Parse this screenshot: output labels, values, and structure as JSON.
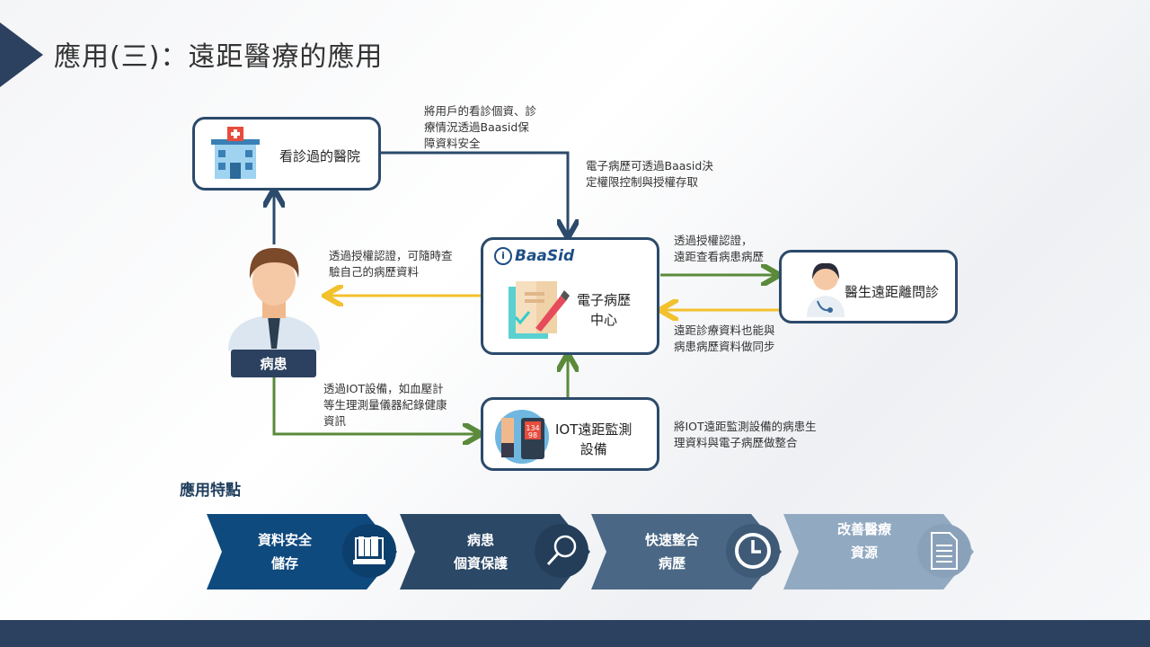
{
  "title": "應用(三)：遠距醫療的應用",
  "nodes": {
    "hospital": "看診過的醫院",
    "center_logo": "BaaSid",
    "center": "電子病歷\n中心",
    "doctor": "醫生遠距離問診",
    "iot": "IOT遠距監測\n設備",
    "patient": "病患"
  },
  "notes": {
    "hospital_to_center": "將用戶的看診個資、診\n療情況透過Baasid保\n障資料安全",
    "center_access": "電子病歷可透過Baasid決\n定權限控制與授權存取",
    "center_to_patient": "透過授權認證，可隨時查\n驗自己的病歷資料",
    "center_to_doctor": "透過授權認證，\n遠距查看病患病歷",
    "doctor_to_center": "遠距診療資料也能與\n病患病歷資料做同步",
    "patient_to_iot": "透過IOT設備，如血壓計\n等生理測量儀器紀錄健康\n資訊",
    "iot_to_center": "將IOT遠距監測設備的病患生\n理資料與電子病歷做整合"
  },
  "features_heading": "應用特點",
  "features": [
    {
      "label": "資料安全\n儲存",
      "icon": "computer-books-icon",
      "color": "#0f4a7e"
    },
    {
      "label": "病患\n個資保護",
      "icon": "magnifier-icon",
      "color": "#2b4866"
    },
    {
      "label": "快速整合\n病歷",
      "icon": "clock-icon",
      "color": "#4a6785"
    },
    {
      "label": "改善醫療\n資源",
      "icon": "document-icon",
      "color": "#92a9c2"
    }
  ],
  "colors": {
    "navy": "#2c4a6b",
    "green": "#5a8a3a",
    "yellow": "#f2c12e",
    "footer": "#2c4160"
  }
}
